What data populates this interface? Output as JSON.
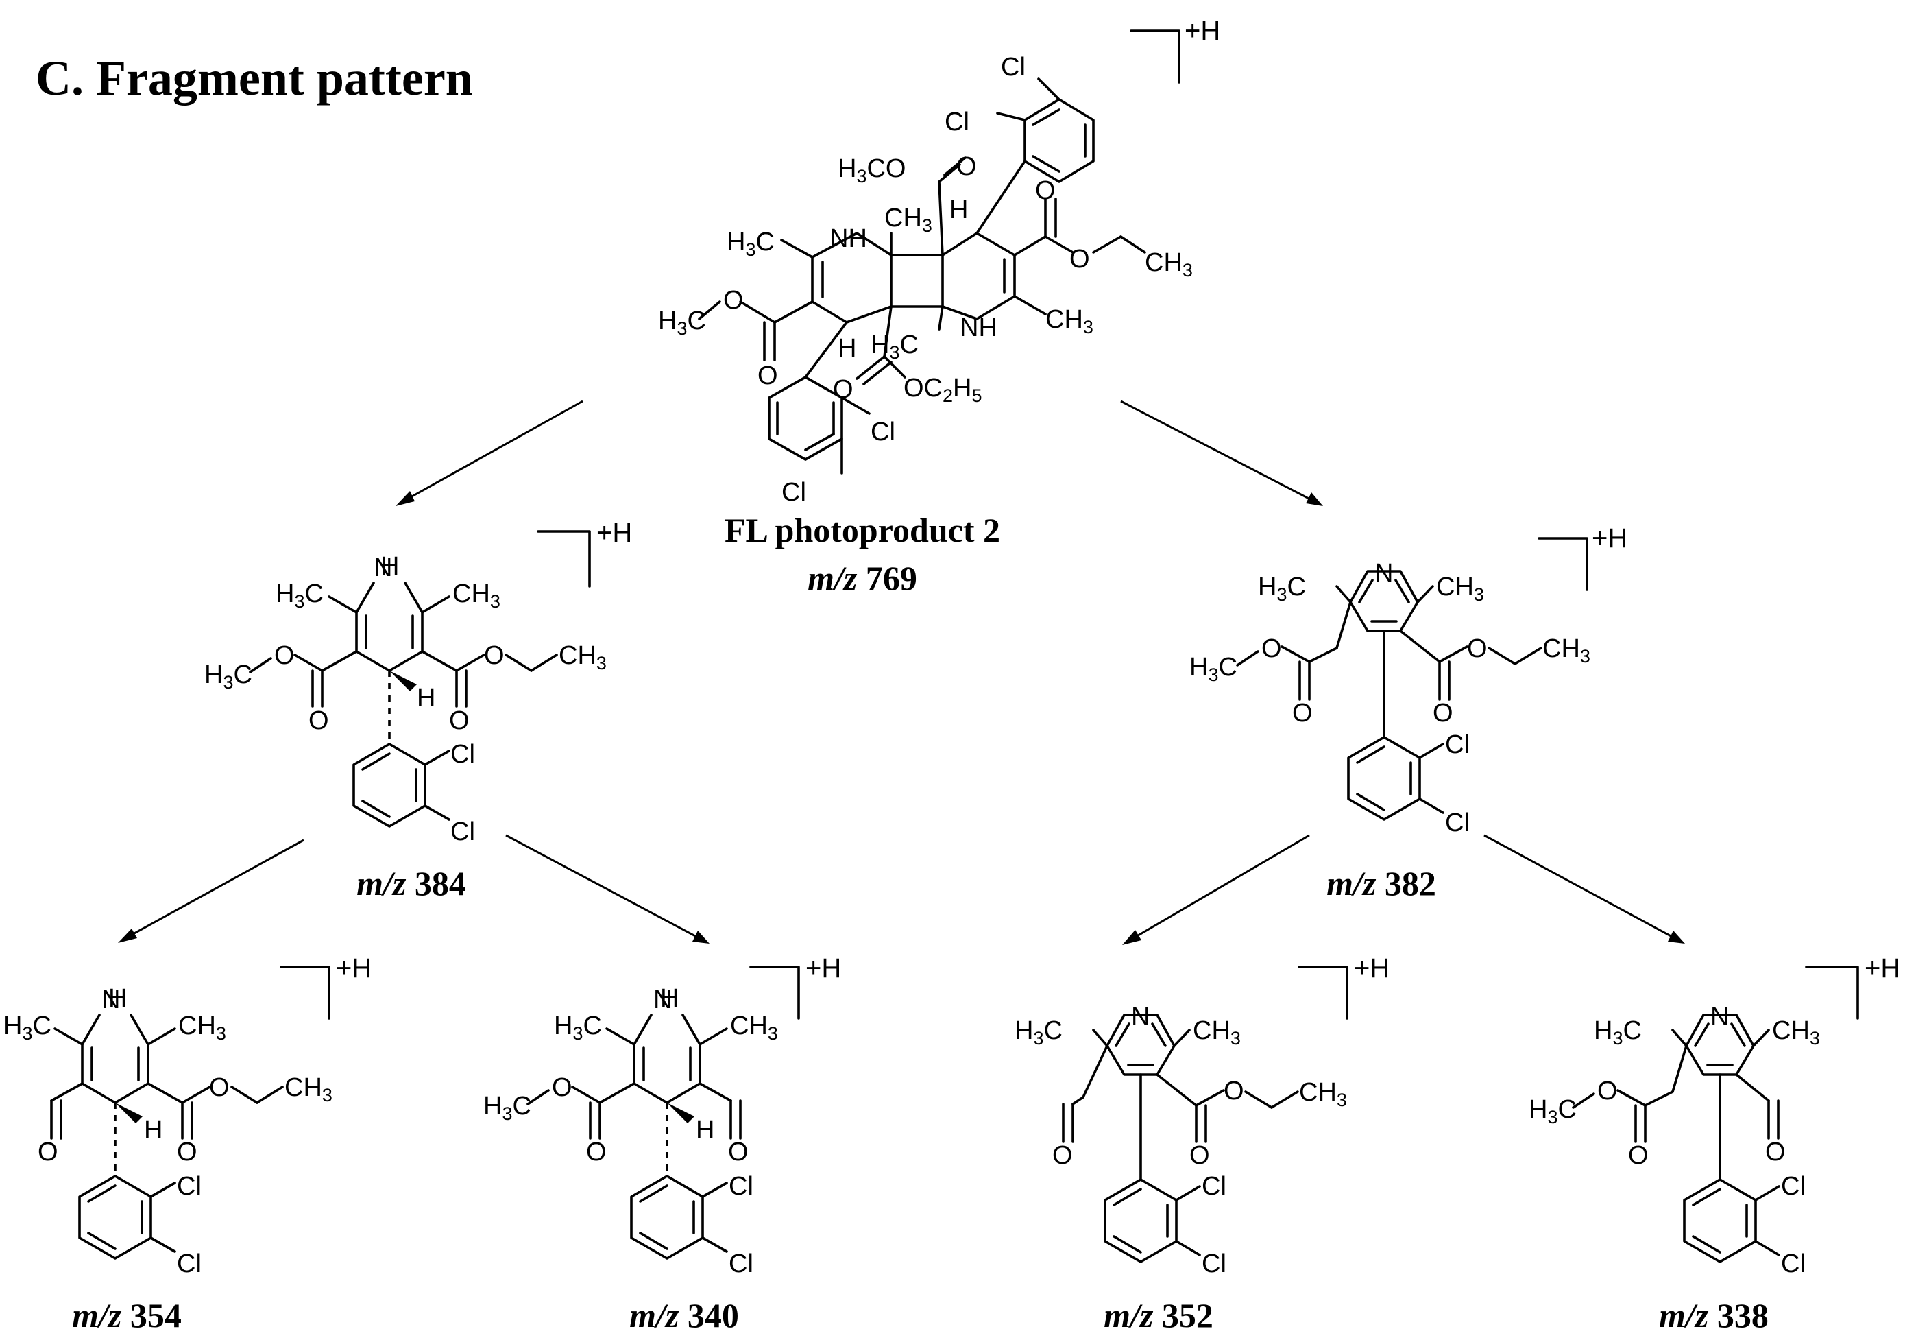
{
  "heading": "C. Fragment pattern",
  "adduct_label": "+H",
  "mz_prefix": "m/z",
  "parent": {
    "name": "FL photoproduct 2",
    "mz": "769"
  },
  "fragments": [
    {
      "id": "mz-384",
      "mz": "384"
    },
    {
      "id": "mz-382",
      "mz": "382"
    },
    {
      "id": "mz-354",
      "mz": "354"
    },
    {
      "id": "mz-340",
      "mz": "340"
    },
    {
      "id": "mz-352",
      "mz": "352"
    },
    {
      "id": "mz-338",
      "mz": "338"
    }
  ],
  "atom_labels": {
    "nh": "NH",
    "n": "N",
    "h": "H",
    "cl": "Cl",
    "o": "O",
    "ch3": "CH3",
    "h3c": "H3C",
    "h3co": "H3CO",
    "oc2h5": "OC2H5"
  }
}
